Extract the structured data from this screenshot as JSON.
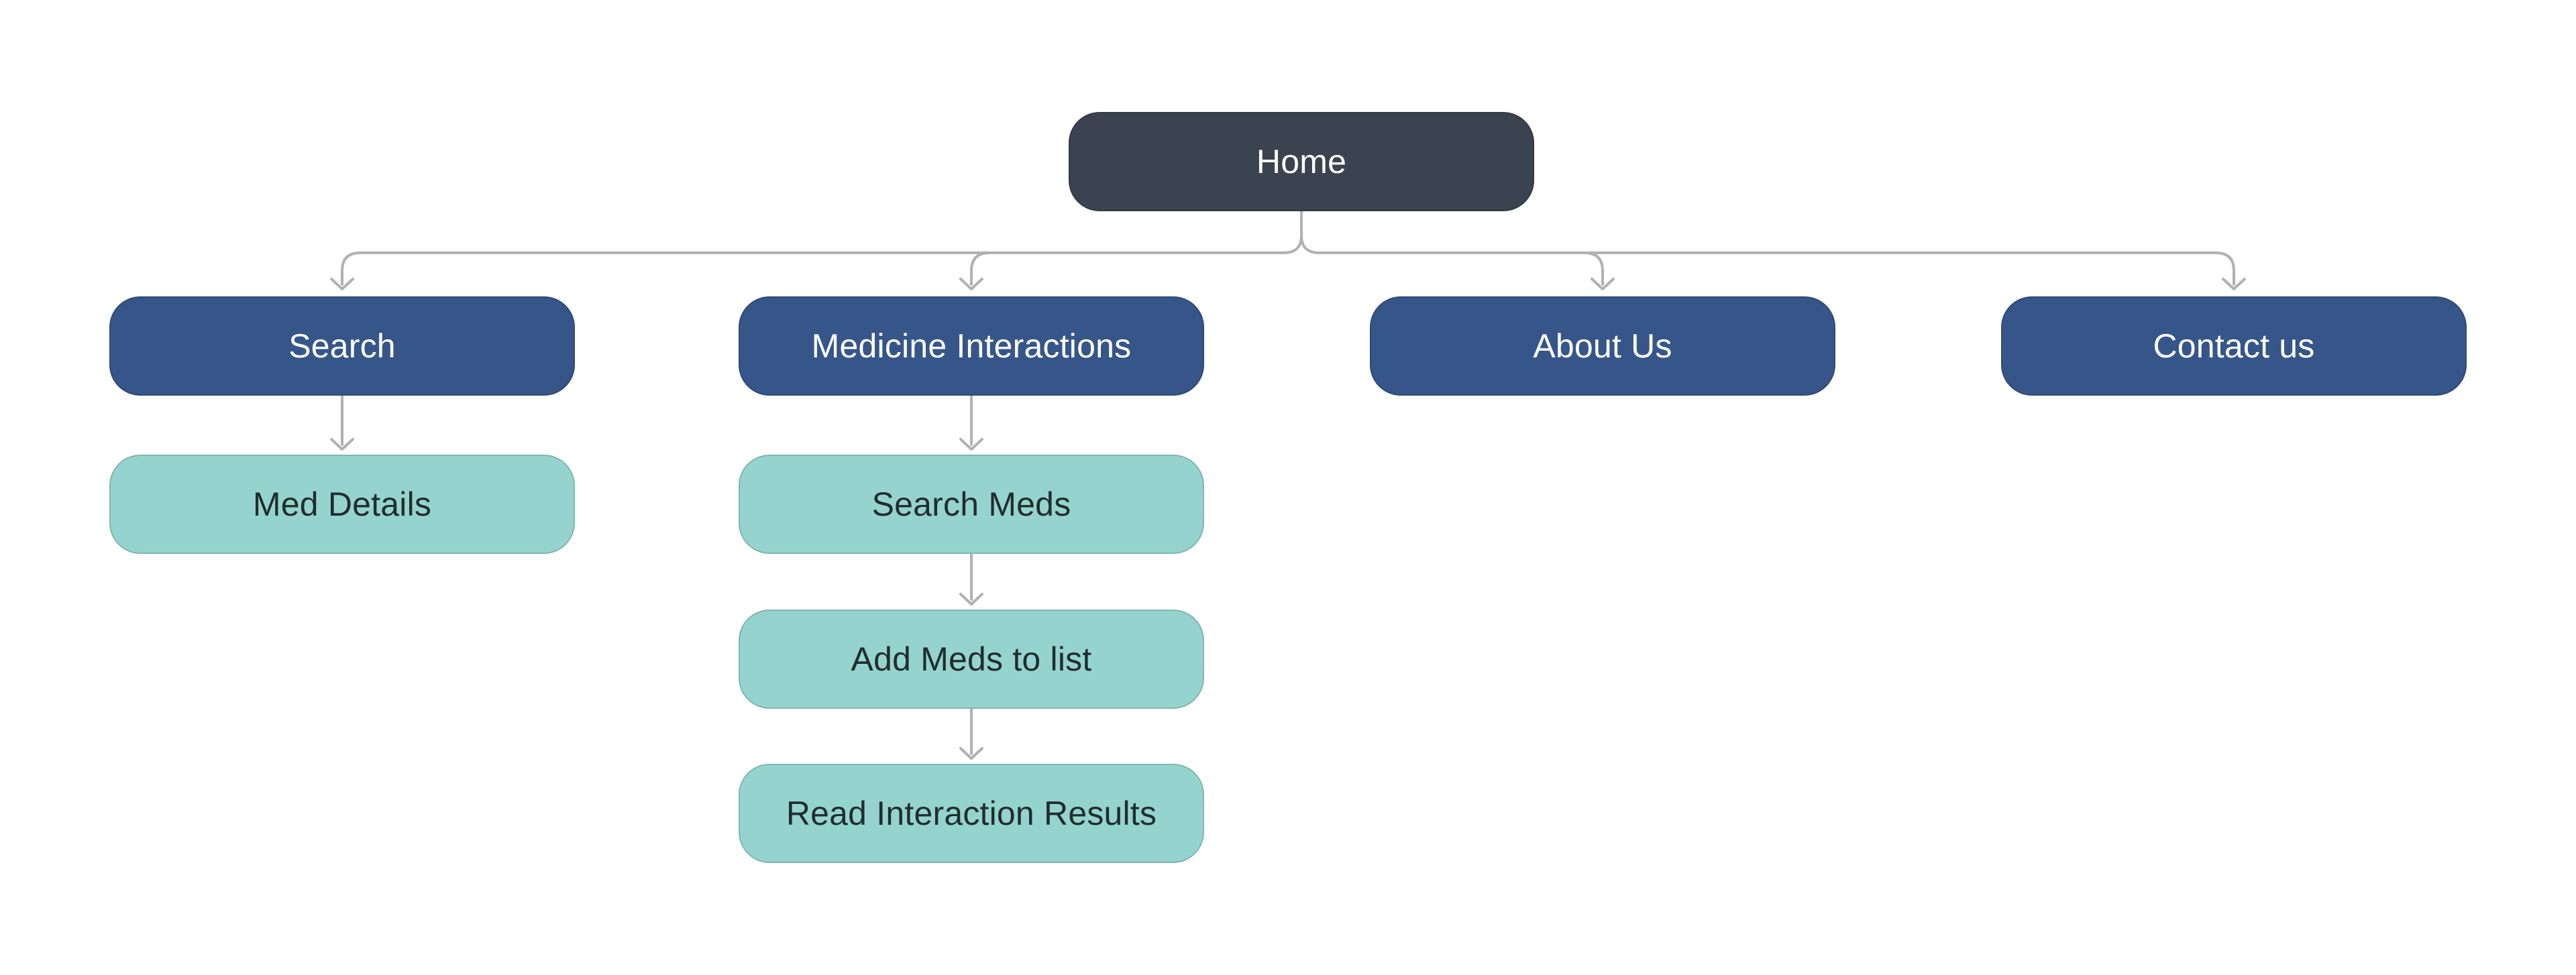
{
  "diagram_type": "sitemap-flowchart",
  "colors": {
    "canvas_bg": "#ffffff",
    "root_node_bg": "#3b4350",
    "root_node_text": "#ffffff",
    "branch_node_bg": "#36568a",
    "branch_node_text": "#ffffff",
    "leaf_node_bg": "#95d4ce",
    "leaf_node_text": "#212d2f",
    "connector": "#b1b1b1"
  },
  "nodes": {
    "home": {
      "label": "Home",
      "level": "root"
    },
    "search": {
      "label": "Search",
      "level": "branch"
    },
    "medicine_interactions": {
      "label": "Medicine Interactions",
      "level": "branch"
    },
    "about_us": {
      "label": "About Us",
      "level": "branch"
    },
    "contact_us": {
      "label": "Contact us",
      "level": "branch"
    },
    "med_details": {
      "label": "Med Details",
      "level": "leaf"
    },
    "search_meds": {
      "label": "Search Meds",
      "level": "leaf"
    },
    "add_meds_to_list": {
      "label": "Add Meds to list",
      "level": "leaf"
    },
    "read_interaction_results": {
      "label": "Read Interaction Results",
      "level": "leaf"
    }
  },
  "edges": [
    {
      "from": "Home",
      "to": "Search"
    },
    {
      "from": "Home",
      "to": "Medicine Interactions"
    },
    {
      "from": "Home",
      "to": "About Us"
    },
    {
      "from": "Home",
      "to": "Contact us"
    },
    {
      "from": "Search",
      "to": "Med Details"
    },
    {
      "from": "Medicine Interactions",
      "to": "Search Meds"
    },
    {
      "from": "Search Meds",
      "to": "Add Meds to list"
    },
    {
      "from": "Add Meds to list",
      "to": "Read Interaction Results"
    }
  ]
}
